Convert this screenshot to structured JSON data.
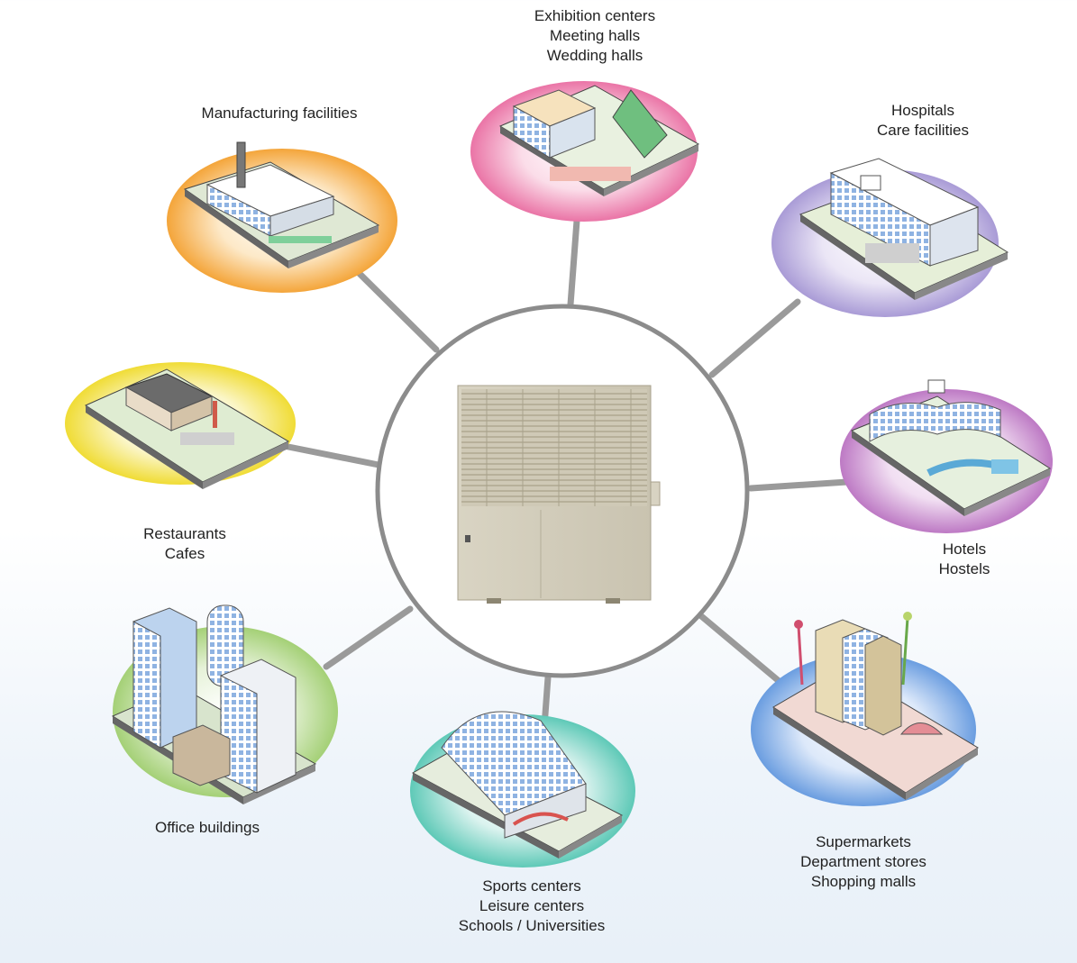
{
  "center": {
    "name": "outdoor-air-conditioning-unit"
  },
  "nodes": [
    {
      "id": "manufacturing",
      "labels": [
        "Manufacturing facilities"
      ],
      "glow": "#f5a623"
    },
    {
      "id": "exhibition",
      "labels": [
        "Exhibition centers",
        "Meeting halls",
        "Wedding halls"
      ],
      "glow": "#ec6fa5"
    },
    {
      "id": "hospitals",
      "labels": [
        "Hospitals",
        "Care facilities"
      ],
      "glow": "#a99ad8"
    },
    {
      "id": "restaurants",
      "labels": [
        "Restaurants",
        "Cafes"
      ],
      "glow": "#f3e13a"
    },
    {
      "id": "hotels",
      "labels": [
        "Hotels",
        "Hostels"
      ],
      "glow": "#c07ac7"
    },
    {
      "id": "offices",
      "labels": [
        "Office buildings"
      ],
      "glow": "#a7d27a"
    },
    {
      "id": "sports",
      "labels": [
        "Sports centers",
        "Leisure centers",
        "Schools / Universities"
      ],
      "glow": "#5fcab8"
    },
    {
      "id": "supermarkets",
      "labels": [
        "Supermarkets",
        "Department stores",
        "Shopping malls"
      ],
      "glow": "#6b9ee0"
    }
  ]
}
